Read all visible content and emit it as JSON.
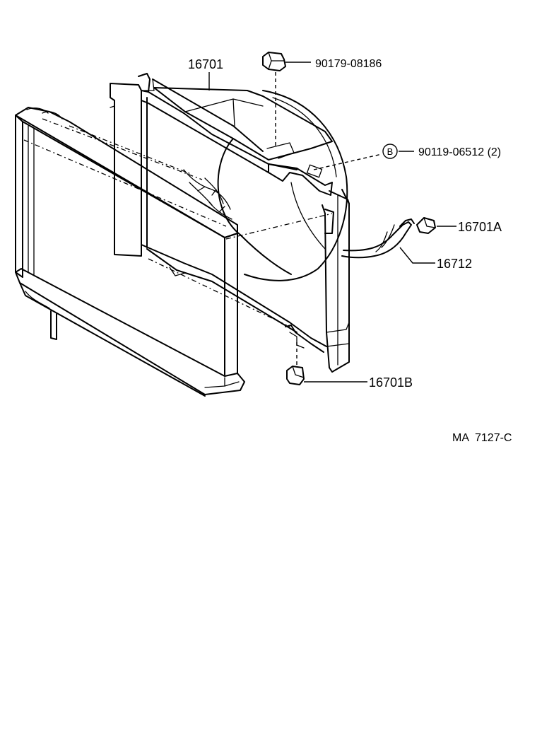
{
  "diagram": {
    "callouts": {
      "shroud": "16701",
      "clip_top": "90179-08186",
      "bolt_b": "90119-06512 (2)",
      "bolt_b_marker": "B",
      "grommet_a": "16701A",
      "hose": "16712",
      "grommet_b": "16701B"
    },
    "figure_code": "MA  7127-C"
  }
}
